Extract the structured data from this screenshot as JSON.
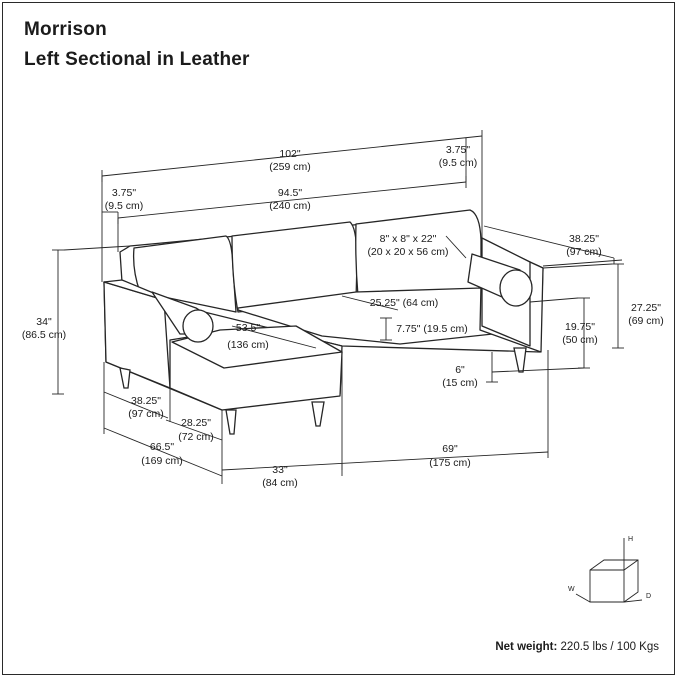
{
  "title_line1": "Morrison",
  "title_line2": "Left Sectional in Leather",
  "dimensions": {
    "overall_width": [
      "102\"",
      "(259 cm)"
    ],
    "right_arm_top": [
      "3.75\"",
      "(9.5 cm)"
    ],
    "inner_width": [
      "94.5\"",
      "(240 cm)"
    ],
    "left_arm_top": [
      "3.75\"",
      "(9.5 cm)"
    ],
    "pillow": [
      "8\" x 8\" x 22\"",
      "(20 x 20 x 56 cm)"
    ],
    "depth_right": [
      "38.25\"",
      "(97 cm)"
    ],
    "seat_depth": [
      "25.25\" (64 cm)"
    ],
    "seat_cushion": [
      "7.75\" (19.5 cm)"
    ],
    "overall_height": [
      "34\"",
      "(86.5 cm)"
    ],
    "arm_height": [
      "27.25\"",
      "(69 cm)"
    ],
    "seat_height": [
      "19.75\"",
      "(50 cm)"
    ],
    "chaise_length": [
      "53.5\"",
      "(136 cm)"
    ],
    "leg_height": [
      "6\"",
      "(15 cm)"
    ],
    "depth_left": [
      "38.25\"",
      "(97 cm)"
    ],
    "chaise_inner": [
      "28.25\"",
      "(72 cm)"
    ],
    "chaise_depth": [
      "66.5\"",
      "(169 cm)"
    ],
    "chaise_width": [
      "33\"",
      "(84 cm)"
    ],
    "sofa_width": [
      "69\"",
      "(175 cm)"
    ]
  },
  "axes": {
    "h": "H",
    "w": "W",
    "d": "D"
  },
  "net_weight_label": "Net weight:",
  "net_weight_value": " 220.5 lbs / 100 Kgs"
}
